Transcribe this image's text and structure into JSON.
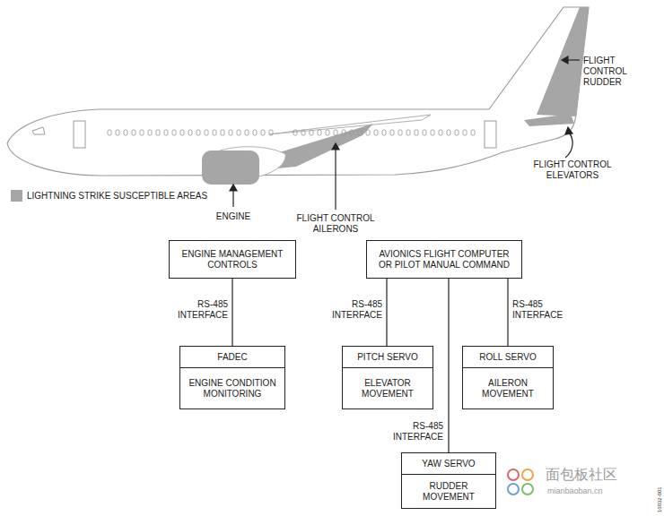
{
  "diagram": {
    "nodes": [
      {
        "text": [
          "ENGINE MANAGEMENT CONTROLS"
        ]
      },
      {
        "text": [
          "AVIONICS FLIGHT COMPUTER OR PILOT MANUAL COMMAND"
        ]
      },
      {
        "text": [
          "FADEC",
          "ENGINE CONDITION MONITORING"
        ]
      },
      {
        "text": [
          "PITCH SERVO",
          "ELEVATOR MOVEMENT"
        ]
      },
      {
        "text": [
          "ROLL SERVO",
          "AILERON MOVEMENT"
        ]
      },
      {
        "text": [
          "YAW SERVO",
          "RUDDER MOVEMENT"
        ]
      }
    ],
    "edges": [
      {
        "from": 0,
        "to": 2,
        "arrow": "none",
        "label": "RS-485 INTERFACE"
      },
      {
        "from": 1,
        "to": 3,
        "arrow": "none",
        "label": "RS-485 INTERFACE"
      },
      {
        "from": 1,
        "to": 4,
        "arrow": "none",
        "label": "RS-485 INTERFACE"
      },
      {
        "from": 1,
        "to": 5,
        "arrow": "none",
        "label": "RS-485 INTERFACE"
      }
    ],
    "labels": [
      "FLIGHT CONTROL RUDDER",
      "FLIGHT CONTROL ELEVATORS",
      "ENGINE",
      "FLIGHT CONTROL AILERONS",
      "16032-001",
      "面包板社区",
      "mianbaoban.cn"
    ],
    "legend": [
      {
        "text": "LIGHTNING STRIKE SUSCEPTIBLE AREAS",
        "color": "#a6a6a6"
      }
    ]
  }
}
